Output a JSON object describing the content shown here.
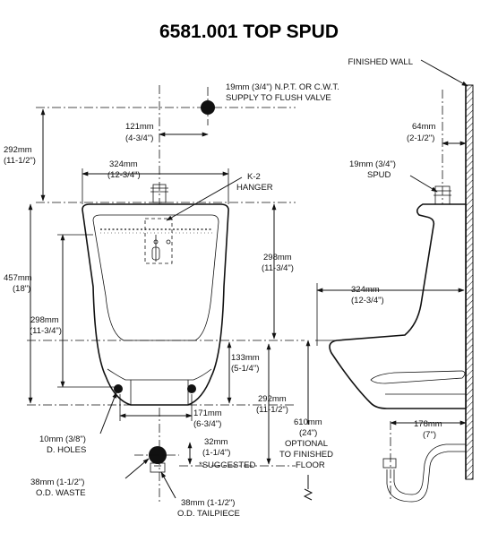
{
  "title": "6581.001 TOP SPUD",
  "labels": {
    "finished_wall": "FINISHED WALL",
    "supply_1": "19mm (3/4\") N.P.T. OR C.W.T.",
    "supply_2": "SUPPLY TO FLUSH VALVE",
    "d121_mm": "121mm",
    "d121_in": "(4-3/4\")",
    "d292a_mm": "292mm",
    "d292a_in": "(11-1/2\")",
    "d324a_mm": "324mm",
    "d324a_in": "(12-3/4\")",
    "hanger_1": "K-2",
    "hanger_2": "HANGER",
    "d64_mm": "64mm",
    "d64_in": "(2-1/2\")",
    "spud_1": "19mm (3/4\")",
    "spud_2": "SPUD",
    "d457_mm": "457mm",
    "d457_in": "(18\")",
    "d298a_mm": "298mm",
    "d298a_in": "(11-3/4\")",
    "d298b_mm": "298mm",
    "d298b_in": "(11-3/4\")",
    "d324b_mm": "324mm",
    "d324b_in": "(12-3/4\")",
    "d133_mm": "133mm",
    "d133_in": "(5-1/4\")",
    "d292b_mm": "292mm",
    "d292b_in": "(11-1/2\")",
    "d610_mm": "610mm",
    "d610_in": "(24\")",
    "d610_n1": "OPTIONAL",
    "d610_n2": "TO FINISHED",
    "d610_n3": "FLOOR",
    "d171_mm": "171mm",
    "d171_in": "(6-3/4\")",
    "d178_mm": "178mm",
    "d178_in": "(7\")",
    "holes_1": "10mm (3/8\")",
    "holes_2": "D. HOLES",
    "d32_mm": "32mm",
    "d32_in": "(1-1/4\")",
    "suggested": "*SUGGESTED",
    "waste_1": "38mm (1-1/2\")",
    "waste_2": "O.D. WASTE",
    "tail_1": "38mm (1-1/2\")",
    "tail_2": "O.D. TAILPIECE"
  }
}
